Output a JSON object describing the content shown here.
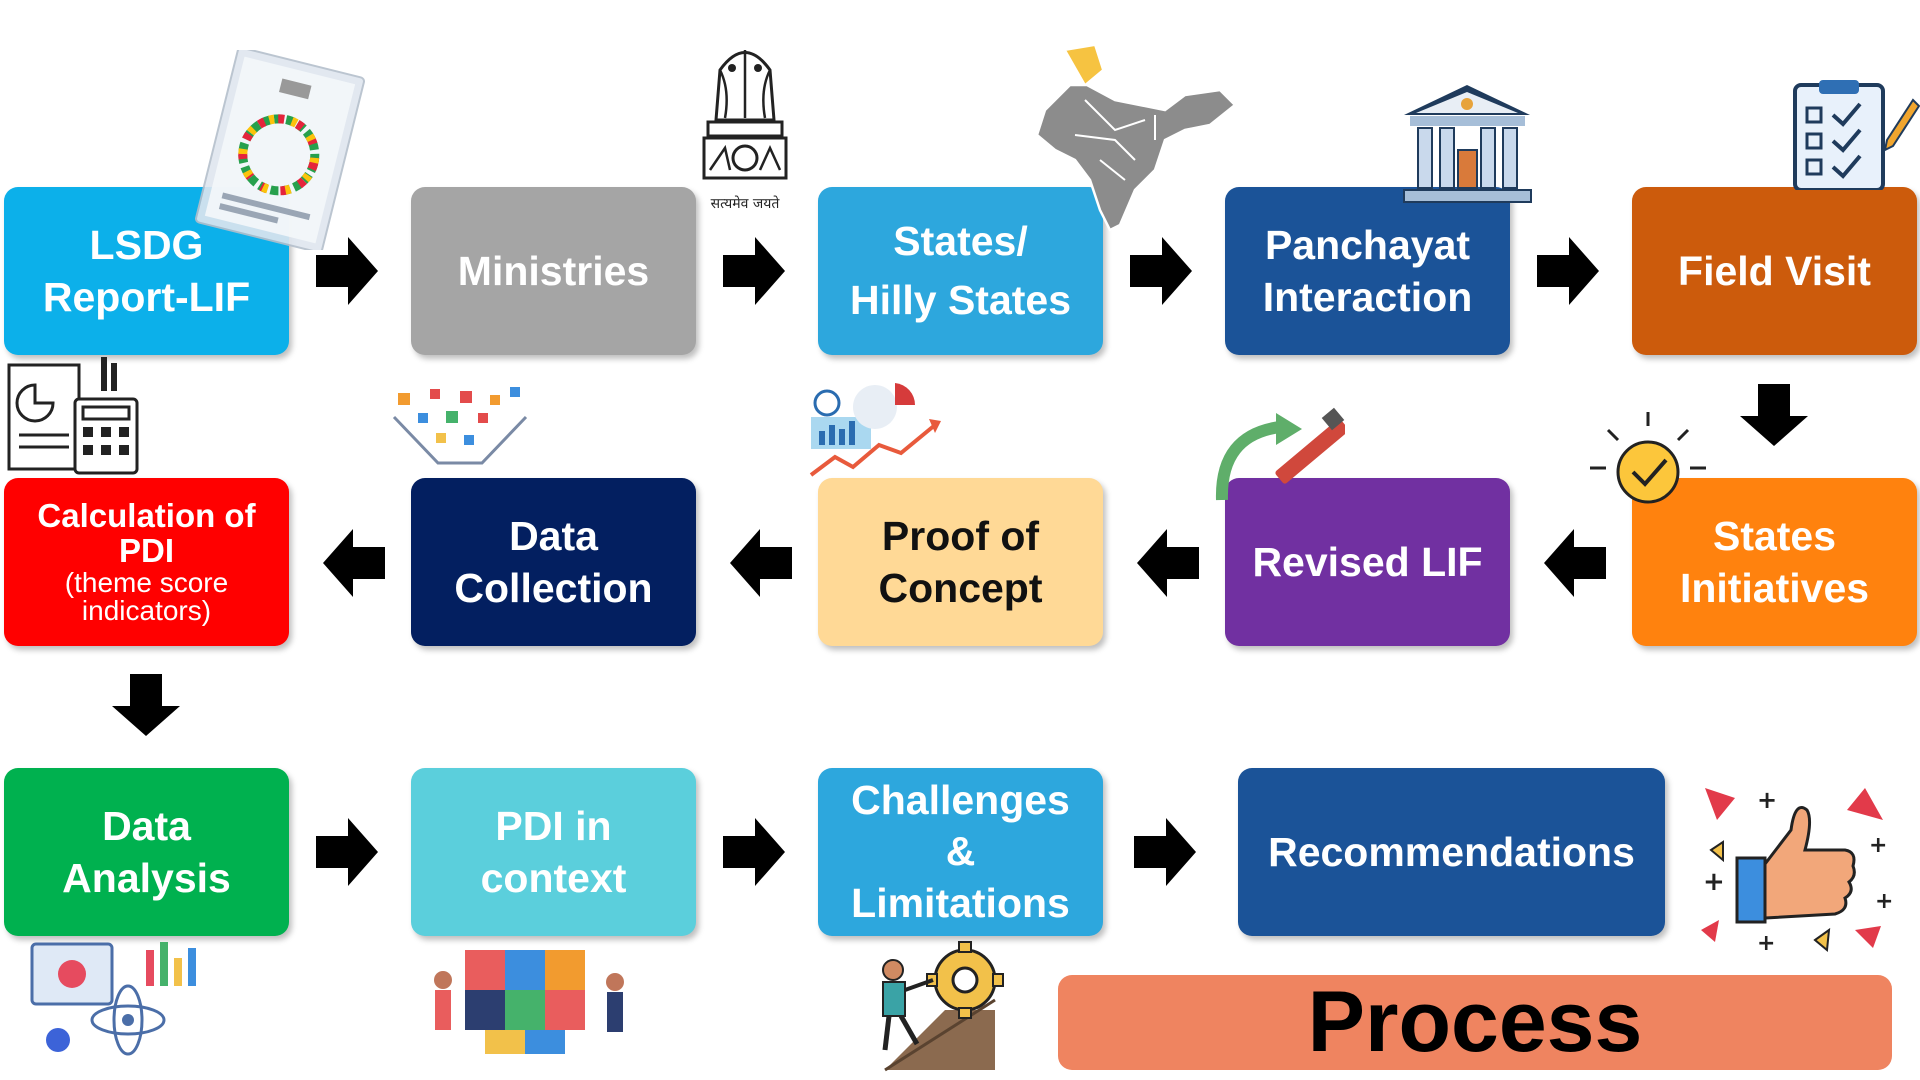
{
  "colors": {
    "lsdg": "#0cb0ea",
    "ministries": "#a5a5a5",
    "states": "#2da7dd",
    "panchayat": "#1b5398",
    "field_visit": "#cc5b0c",
    "states_initiatives": "#ff820e",
    "revised_lif": "#7130a1",
    "proof": "#ffd996",
    "data_collection": "#031f60",
    "calculation": "#ff0000",
    "data_analysis": "#00b14f",
    "pdi_context": "#5bcfdc",
    "challenges": "#2da7dd",
    "recommendations": "#1b5398",
    "banner": "#ef8460"
  },
  "steps": {
    "lsdg": {
      "line1": "LSDG",
      "line2": "Report-LIF"
    },
    "ministries": {
      "line1": "Ministries"
    },
    "states": {
      "line1": "States/",
      "line2": "Hilly States"
    },
    "panchayat": {
      "line1": "Panchayat",
      "line2": "Interaction"
    },
    "field_visit": {
      "line1": "Field Visit"
    },
    "states_initiatives": {
      "line1": "States",
      "line2": "Initiatives"
    },
    "revised_lif": {
      "line1": "Revised LIF"
    },
    "proof": {
      "line1": "Proof of",
      "line2": "Concept"
    },
    "data_collection": {
      "line1": "Data",
      "line2": "Collection"
    },
    "calculation": {
      "line1": "Calculation of",
      "line2": "PDI",
      "sub1": "(theme score",
      "sub2": "indicators)"
    },
    "data_analysis": {
      "line1": "Data",
      "line2": "Analysis"
    },
    "pdi_context": {
      "line1": "PDI in",
      "line2": "context"
    },
    "challenges": {
      "line1": "Challenges",
      "line2": "&",
      "line3": "Limitations"
    },
    "recommendations": {
      "line1": "Recommendations"
    }
  },
  "emblem_motto": "सत्यमेव जयते",
  "banner": {
    "label": "Process"
  },
  "icons": [
    "report-book-icon",
    "national-emblem-icon",
    "india-map-icon",
    "panchayat-building-icon",
    "checklist-icon",
    "lightbulb-icon",
    "revise-pencil-icon",
    "analytics-chart-icon",
    "data-funnel-icon",
    "calculator-icon",
    "data-science-icon",
    "puzzle-team-icon",
    "climbing-gear-icon",
    "thumbs-up-celebration-icon"
  ]
}
